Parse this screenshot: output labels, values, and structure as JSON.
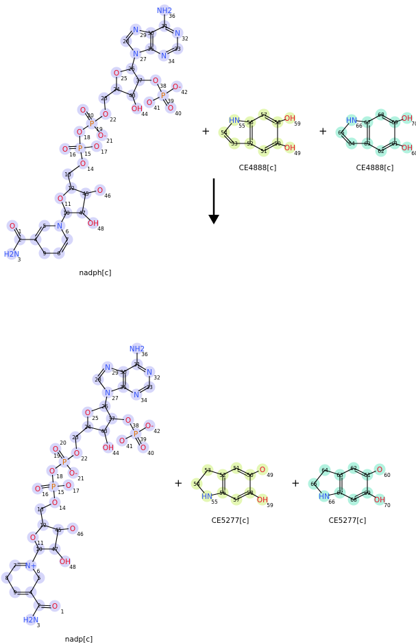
{
  "colors": {
    "N": "#3050f8",
    "O": "#e8102a",
    "P": "#e07000",
    "C": "#000000",
    "hl_nad": "#d6d6fa",
    "hl_ce1": "#e4f7b4",
    "hl_ce2": "#b2f2df"
  },
  "plus_sign": "+",
  "molecules": [
    {
      "name": "nadph[c]",
      "highlight": "hl_nad",
      "atoms": {
        "1": "O",
        "2": "",
        "3": "H2N",
        "4": "",
        "5": "",
        "6": "N",
        "7": "",
        "8": "",
        "9": "",
        "10": "",
        "11": "O",
        "12": "",
        "13": "",
        "14": "O",
        "15": "P",
        "16": "O",
        "17": "O",
        "18": "O",
        "19": "P",
        "20": "O",
        "21": "O-",
        "22": "O",
        "23": "",
        "24": "",
        "25": "O",
        "26": "",
        "27": "N",
        "28": "",
        "29": "N",
        "30": "",
        "31": "",
        "32": "N",
        "33": "",
        "34": "N",
        "35": "",
        "36": "NH2",
        "37": "",
        "38": "O",
        "39": "P",
        "40": "O",
        "41": "O",
        "42": "O-",
        "43": "",
        "44": "OH",
        "45": "",
        "46": "O",
        "47": "",
        "48": "OH"
      }
    },
    {
      "name": "CE4888[c]",
      "highlight": "hl_ce1",
      "atoms": {
        "49": "OH",
        "50": "",
        "51": "",
        "52": "",
        "53": "",
        "54": "",
        "55": "HN",
        "56": "",
        "57": "",
        "58": "",
        "59": "OH"
      }
    },
    {
      "name": "CE4888[c]",
      "highlight": "hl_ce2",
      "atoms": {
        "60": "OH",
        "61": "",
        "62": "",
        "63": "",
        "64": "",
        "65": "",
        "66": "HN",
        "67": "",
        "68": "",
        "69": "",
        "70": "OH"
      }
    },
    {
      "name": "nadp[c]",
      "highlight": "hl_nad",
      "atoms": {
        "1": "O",
        "2": "",
        "3": "H2N",
        "4": "",
        "5": "",
        "6": "N+",
        "7": "",
        "8": "",
        "9": "",
        "10": "",
        "11": "O",
        "12": "",
        "13": "",
        "14": "O",
        "15": "P",
        "16": "O",
        "17": "O",
        "18": "O",
        "19": "P",
        "20": "O",
        "21": "O-",
        "22": "O",
        "23": "",
        "24": "",
        "25": "O",
        "26": "",
        "27": "N",
        "28": "",
        "29": "N",
        "30": "",
        "31": "",
        "32": "N",
        "33": "",
        "34": "N",
        "35": "",
        "36": "NH2",
        "37": "",
        "38": "O",
        "39": "P",
        "40": "O",
        "41": "O",
        "42": "O-",
        "43": "",
        "44": "OH",
        "45": "",
        "46": "O",
        "47": "",
        "48": "OH"
      }
    },
    {
      "name": "CE5277[c]",
      "highlight": "hl_ce1",
      "atoms": {
        "49": "O",
        "50": "",
        "51": "",
        "52": "",
        "53": "",
        "54": "",
        "55": "HN",
        "56": "",
        "57": "",
        "58": "",
        "59": "OH"
      }
    },
    {
      "name": "CE5277[c]",
      "highlight": "hl_ce2",
      "atoms": {
        "60": "O",
        "61": "",
        "62": "",
        "63": "",
        "64": "",
        "65": "",
        "66": "HN",
        "67": "",
        "68": "",
        "69": "",
        "70": "OH"
      }
    }
  ]
}
